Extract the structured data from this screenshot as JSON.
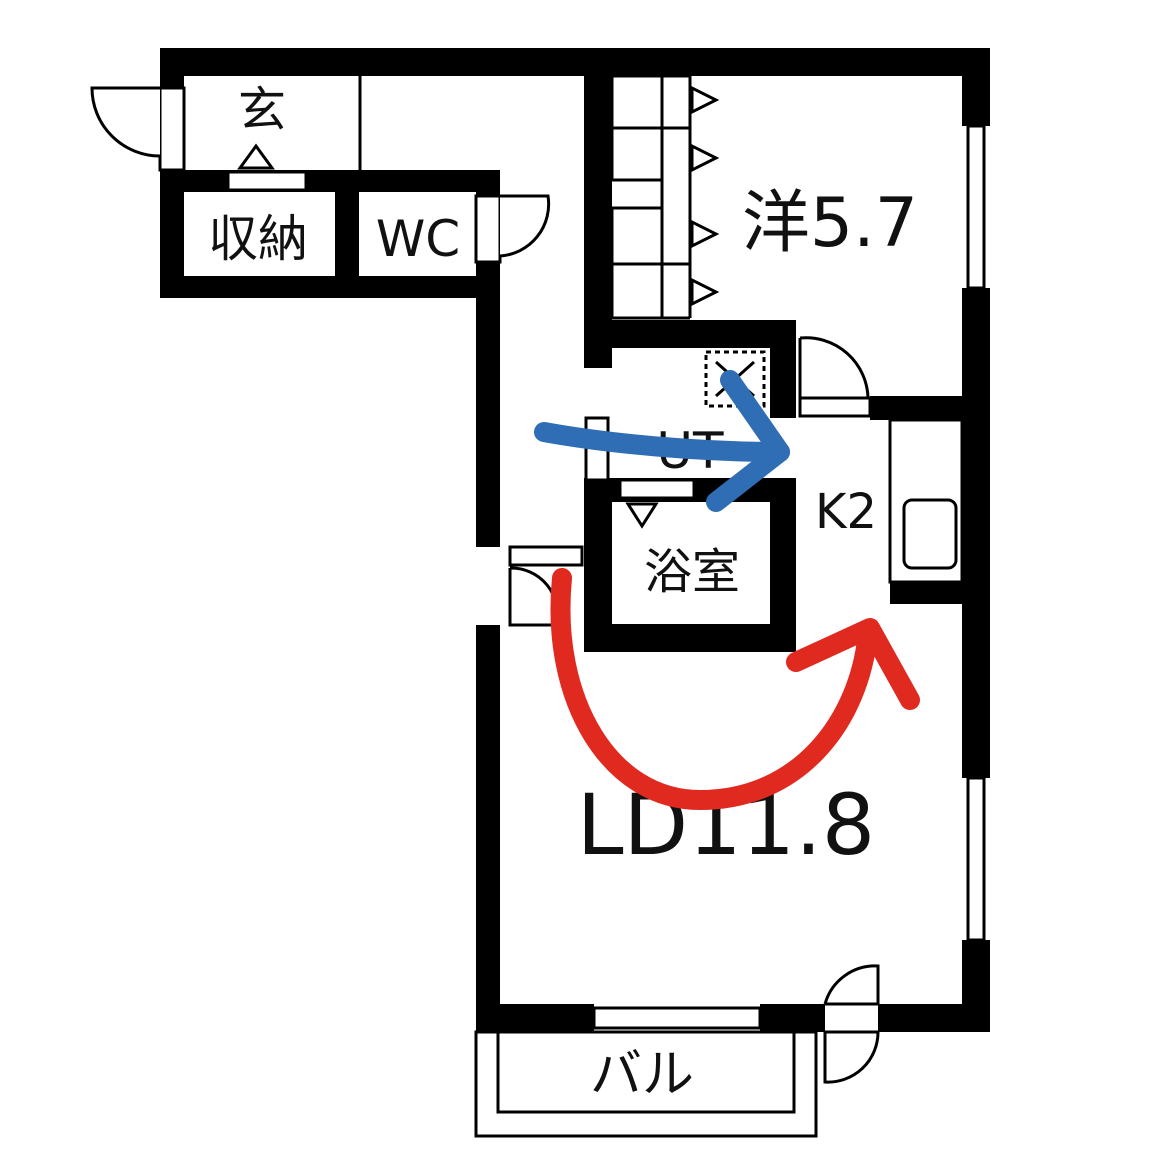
{
  "rooms": {
    "entrance": "玄",
    "storage": "収納",
    "toilet": "WC",
    "western_room": "洋5.7",
    "utility": "UT",
    "kitchen": "K2",
    "bathroom": "浴室",
    "living_dining": "LD11.8",
    "balcony": "バル"
  },
  "annotations": {
    "blue_arrow_color": "#2f6db5",
    "red_arrow_color": "#e0291f"
  }
}
